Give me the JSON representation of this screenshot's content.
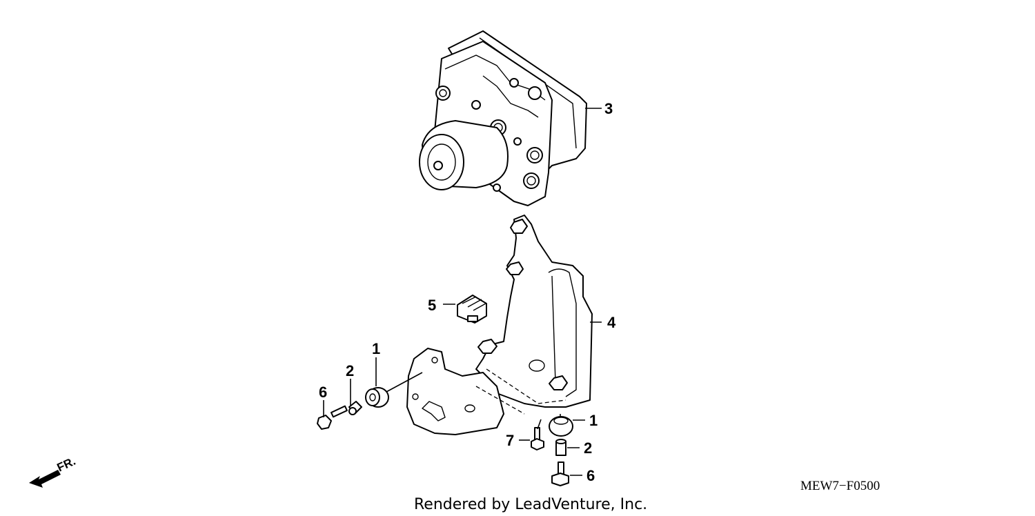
{
  "diagram": {
    "parts": [
      {
        "id": "modulator",
        "callout": "3"
      },
      {
        "id": "bracket",
        "callout": "4"
      },
      {
        "id": "connector-clip",
        "callout": "5"
      },
      {
        "id": "rubber-mount-left",
        "callout": "1"
      },
      {
        "id": "collar-left",
        "callout": "2"
      },
      {
        "id": "bolt-left",
        "callout": "6"
      },
      {
        "id": "rubber-mount-right",
        "callout": "1"
      },
      {
        "id": "collar-right",
        "callout": "2"
      },
      {
        "id": "bolt-right",
        "callout": "6"
      },
      {
        "id": "screw",
        "callout": "7"
      }
    ],
    "direction_label": "FR.",
    "diagram_code": "MEW7−F0500",
    "credit": "Rendered by LeadVenture, Inc."
  },
  "icons": {
    "direction": "front-arrow-icon"
  }
}
